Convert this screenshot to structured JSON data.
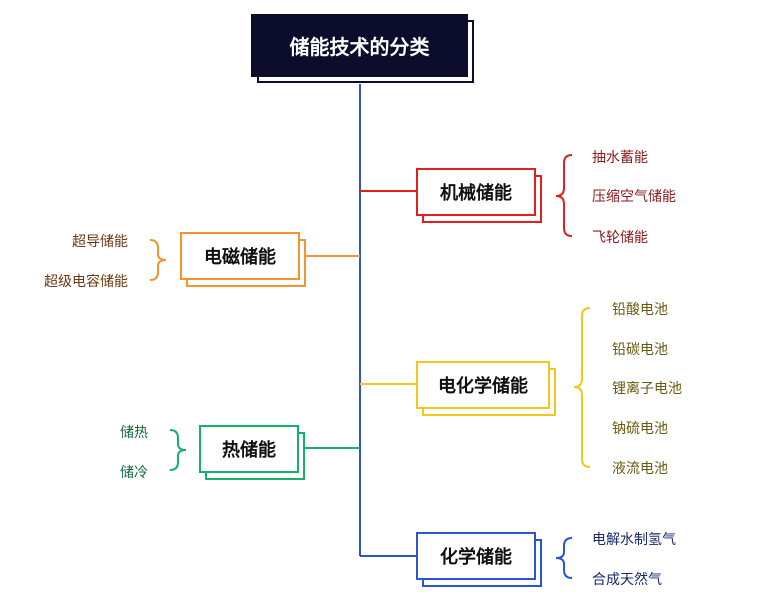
{
  "root": {
    "label": "储能技术的分类",
    "color": "#0c0c2c"
  },
  "branches": {
    "mechanical": {
      "label": "机械储能",
      "color": "#e02020",
      "text_color": "#8b1a1a",
      "items": [
        "抽水蓄能",
        "压缩空气储能",
        "飞轮储能"
      ]
    },
    "electromagnetic": {
      "label": "电磁储能",
      "color": "#f59331",
      "text_color": "#6b3a12",
      "items": [
        "超导储能",
        "超级电容储能"
      ]
    },
    "electrochemical": {
      "label": "电化学储能",
      "color": "#f2c81e",
      "text_color": "#6b5a10",
      "items": [
        "铅酸电池",
        "铅碳电池",
        "锂离子电池",
        "钠硫电池",
        "液流电池"
      ]
    },
    "thermal": {
      "label": "热储能",
      "color": "#16b26a",
      "text_color": "#0d6b3a",
      "items": [
        "储热",
        "储冷"
      ]
    },
    "chemical": {
      "label": "化学储能",
      "color": "#2a55d4",
      "text_color": "#1a2a6b",
      "items": [
        "电解水制氢气",
        "合成天然气"
      ]
    }
  },
  "trunk_color": "#2a55d4"
}
